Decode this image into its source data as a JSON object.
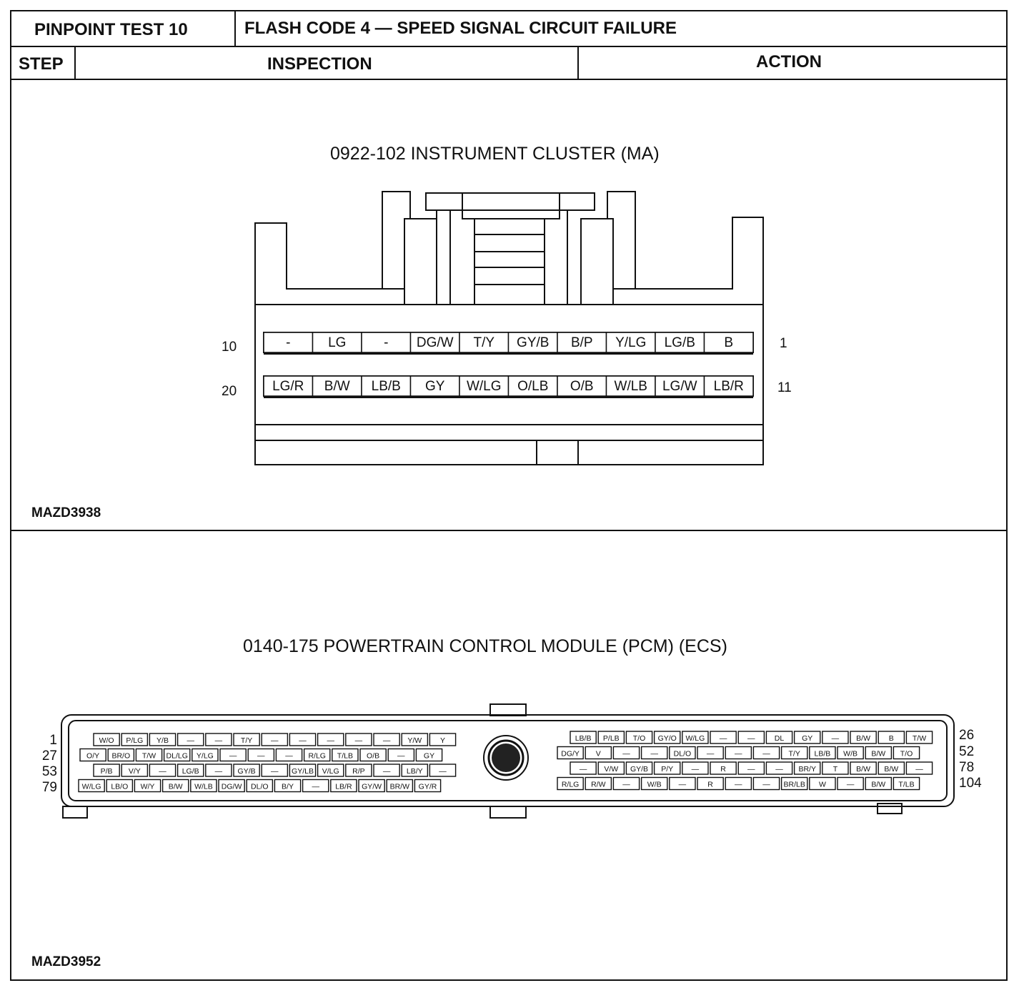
{
  "header": {
    "test_label": "PINPOINT TEST 10",
    "test_title": "FLASH CODE 4 — SPEED SIGNAL CIRCUIT FAILURE",
    "col_step": "STEP",
    "col_inspection": "INSPECTION",
    "col_action": "ACTION"
  },
  "cluster": {
    "title": "0922-102 INSTRUMENT CLUSTER (MA)",
    "figure_id": "MAZD3938",
    "row1_left_pin": "10",
    "row1_right_pin": "1",
    "row2_left_pin": "20",
    "row2_right_pin": "11",
    "row1": [
      "-",
      "LG",
      "-",
      "DG/W",
      "T/Y",
      "GY/B",
      "B/P",
      "Y/LG",
      "LG/B",
      "B"
    ],
    "row2": [
      "LG/R",
      "B/W",
      "LB/B",
      "GY",
      "W/LG",
      "O/LB",
      "O/B",
      "W/LB",
      "LG/W",
      "LB/R"
    ]
  },
  "pcm": {
    "title": "0140-175 POWERTRAIN CONTROL MODULE (PCM) (ECS)",
    "figure_id": "MAZD3952",
    "row_left_pins": [
      "1",
      "27",
      "53",
      "79"
    ],
    "row_right_pins": [
      "26",
      "52",
      "78",
      "104"
    ],
    "left_rows": [
      [
        "W/O",
        "P/LG",
        "Y/B",
        "—",
        "—",
        "T/Y",
        "—",
        "—",
        "—",
        "—",
        "—",
        "Y/W",
        "Y"
      ],
      [
        "O/Y",
        "BR/O",
        "T/W",
        "DL/LG",
        "Y/LG",
        "—",
        "—",
        "—",
        "R/LG",
        "T/LB",
        "O/B",
        "—",
        "GY"
      ],
      [
        "P/B",
        "V/Y",
        "—",
        "LG/B",
        "—",
        "GY/B",
        "—",
        "GY/LB",
        "V/LG",
        "R/P",
        "—",
        "LB/Y",
        "—"
      ],
      [
        "W/LG",
        "LB/O",
        "W/Y",
        "B/W",
        "W/LB",
        "DG/W",
        "DL/O",
        "B/Y",
        "—",
        "LB/R",
        "GY/W",
        "BR/W",
        "GY/R"
      ]
    ],
    "right_rows": [
      [
        "LB/B",
        "P/LB",
        "T/O",
        "GY/O",
        "W/LG",
        "—",
        "—",
        "DL",
        "GY",
        "—",
        "B/W",
        "B",
        "T/W"
      ],
      [
        "DG/Y",
        "V",
        "—",
        "—",
        "DL/O",
        "—",
        "—",
        "—",
        "T/Y",
        "LB/B",
        "W/B",
        "B/W",
        "T/O"
      ],
      [
        "—",
        "V/W",
        "GY/B",
        "P/Y",
        "—",
        "R",
        "—",
        "—",
        "BR/Y",
        "T",
        "B/W",
        "B/W",
        "—"
      ],
      [
        "R/LG",
        "R/W",
        "—",
        "W/B",
        "—",
        "R",
        "—",
        "—",
        "BR/LB",
        "W",
        "—",
        "B/W",
        "T/LB"
      ]
    ]
  }
}
